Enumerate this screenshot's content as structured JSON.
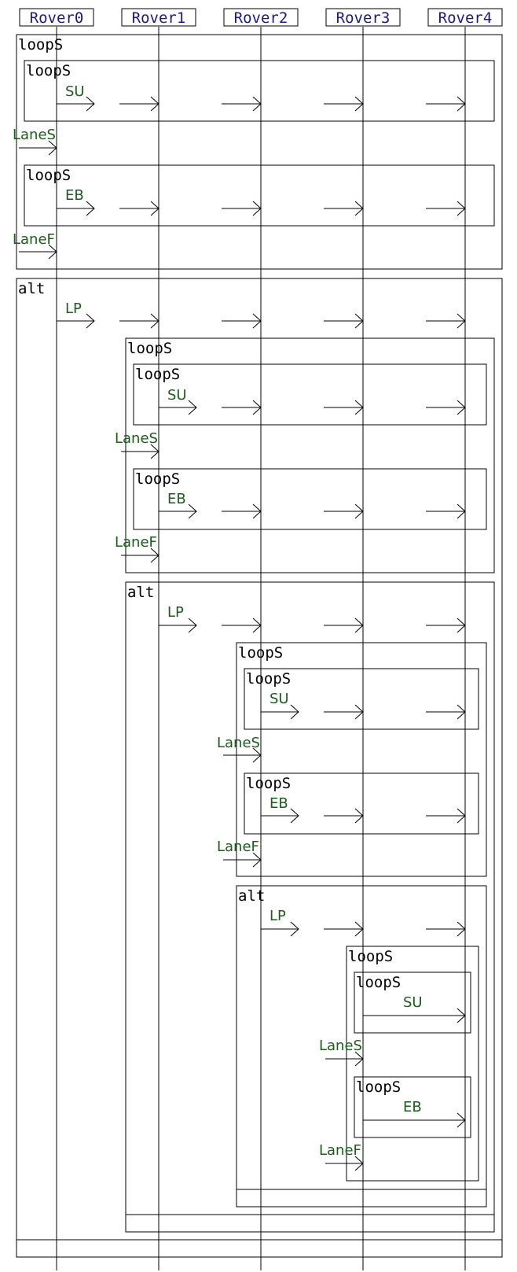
{
  "participants": [
    "Rover0",
    "Rover1",
    "Rover2",
    "Rover3",
    "Rover4"
  ],
  "frames": [
    {
      "label": "loopS"
    },
    {
      "label": "loopS"
    },
    {
      "label": "loopS"
    },
    {
      "label": "alt"
    },
    {
      "label": "loopS"
    },
    {
      "label": "loopS"
    },
    {
      "label": "loopS"
    },
    {
      "label": "alt"
    },
    {
      "label": "loopS"
    },
    {
      "label": "loopS"
    },
    {
      "label": "loopS"
    },
    {
      "label": "alt"
    },
    {
      "label": "loopS"
    },
    {
      "label": "loopS"
    },
    {
      "label": "loopS"
    }
  ],
  "messages": [
    {
      "label": "SU"
    },
    {
      "label": "LaneS"
    },
    {
      "label": "EB"
    },
    {
      "label": "LaneF"
    },
    {
      "label": "LP"
    },
    {
      "label": "SU"
    },
    {
      "label": "LaneS"
    },
    {
      "label": "EB"
    },
    {
      "label": "LaneF"
    },
    {
      "label": "LP"
    },
    {
      "label": "SU"
    },
    {
      "label": "LaneS"
    },
    {
      "label": "EB"
    },
    {
      "label": "LaneF"
    },
    {
      "label": "LP"
    },
    {
      "label": "SU"
    },
    {
      "label": "LaneS"
    },
    {
      "label": "EB"
    },
    {
      "label": "LaneF"
    }
  ]
}
